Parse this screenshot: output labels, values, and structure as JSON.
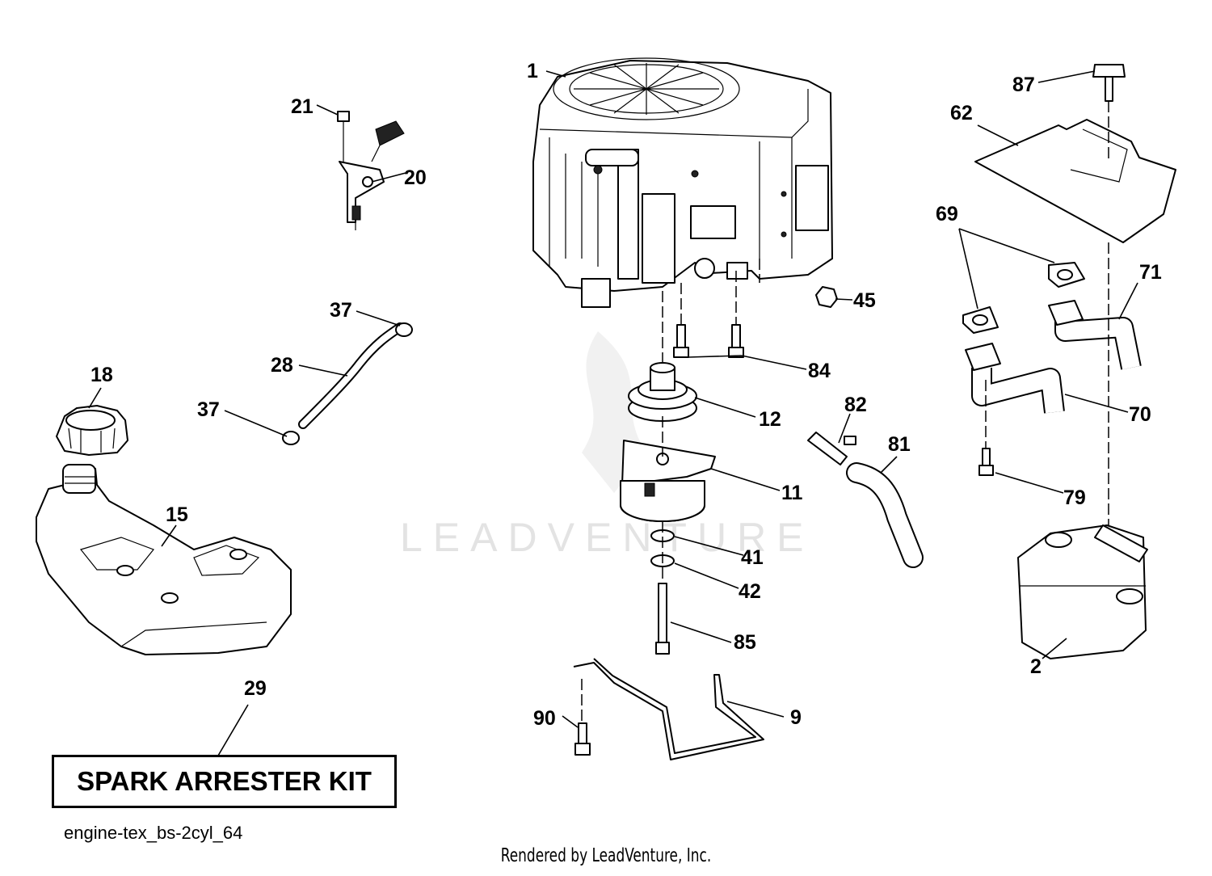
{
  "watermark": "LEADVENTURE",
  "kit_label": "SPARK ARRESTER KIT",
  "filename": "engine-tex_bs-2cyl_64",
  "footer": "Rendered by LeadVenture, Inc.",
  "callouts": {
    "c1": "1",
    "c2": "2",
    "c9": "9",
    "c11": "11",
    "c12": "12",
    "c15": "15",
    "c18": "18",
    "c20": "20",
    "c21": "21",
    "c28": "28",
    "c29": "29",
    "c37a": "37",
    "c37b": "37",
    "c41": "41",
    "c42": "42",
    "c45": "45",
    "c62": "62",
    "c69": "69",
    "c70": "70",
    "c71": "71",
    "c79": "79",
    "c81": "81",
    "c82": "82",
    "c84": "84",
    "c85": "85",
    "c87": "87",
    "c90": "90"
  }
}
